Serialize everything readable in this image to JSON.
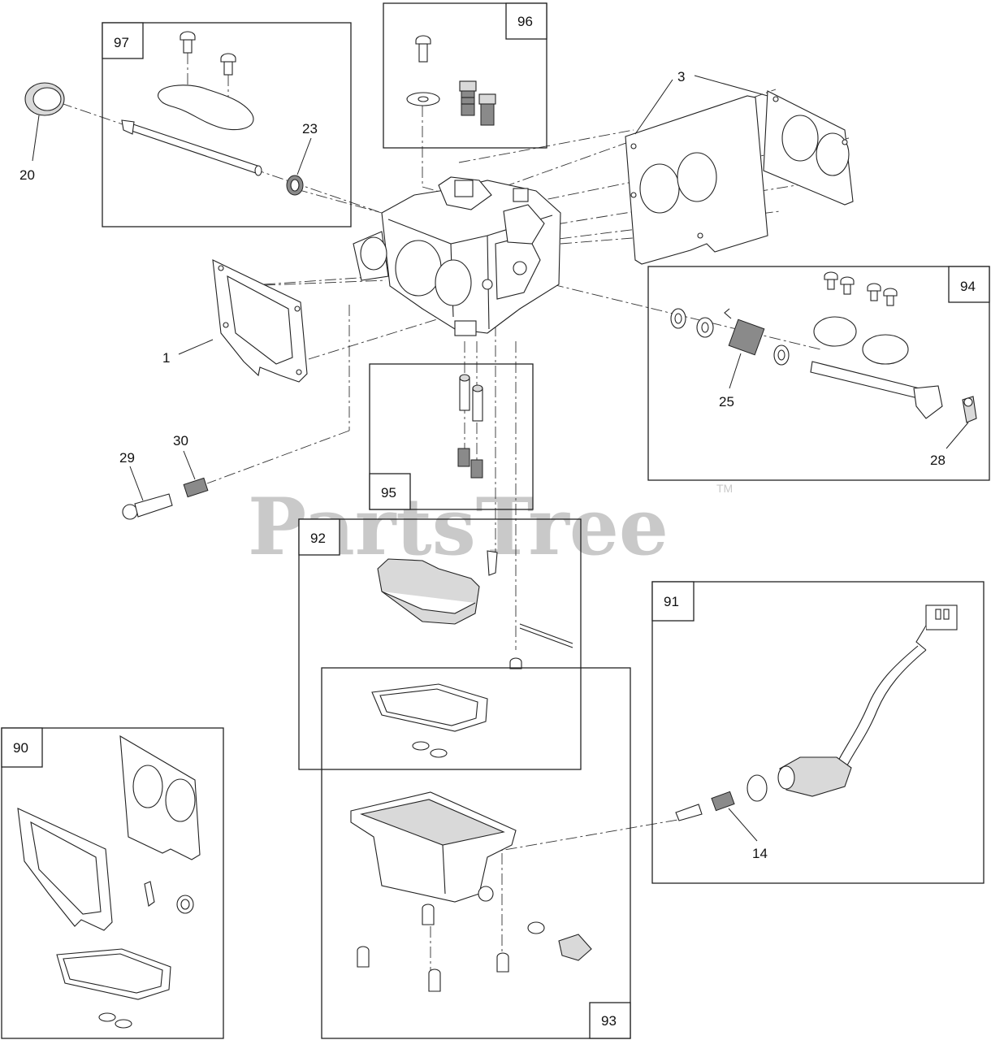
{
  "watermark": {
    "text": "PartsTree",
    "trademark": "TM"
  },
  "kit_boxes": [
    {
      "label": "97"
    },
    {
      "label": "96"
    },
    {
      "label": "94"
    },
    {
      "label": "95"
    },
    {
      "label": "92"
    },
    {
      "label": "91"
    },
    {
      "label": "90"
    },
    {
      "label": "93"
    }
  ],
  "callouts": [
    {
      "label": "20"
    },
    {
      "label": "23"
    },
    {
      "label": "3"
    },
    {
      "label": "1"
    },
    {
      "label": "25"
    },
    {
      "label": "28"
    },
    {
      "label": "29"
    },
    {
      "label": "30"
    },
    {
      "label": "14"
    }
  ]
}
